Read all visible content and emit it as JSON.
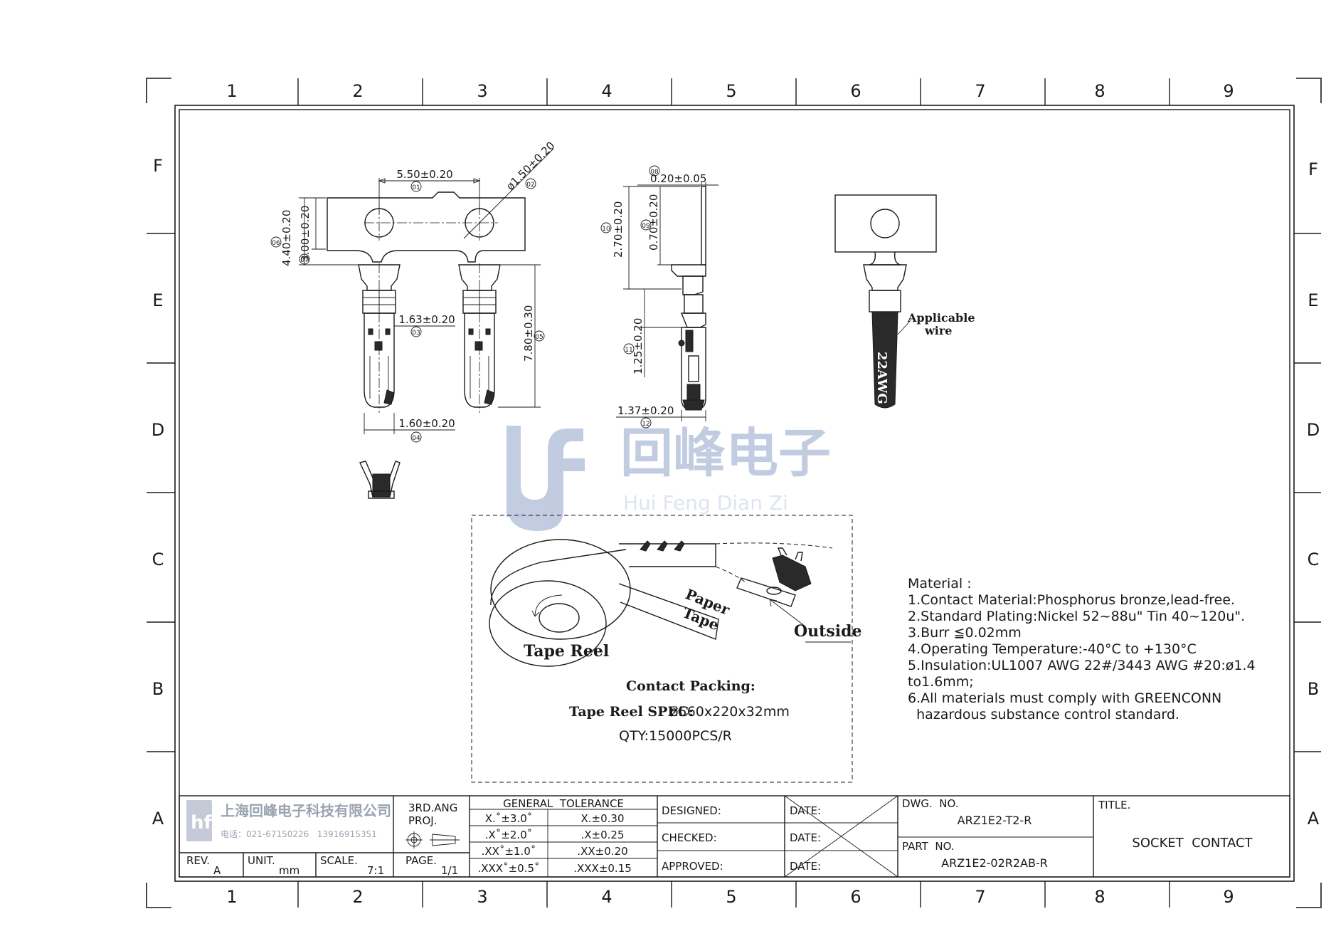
{
  "zones": {
    "columns": [
      "1",
      "2",
      "3",
      "4",
      "5",
      "6",
      "7",
      "8",
      "9"
    ],
    "rows": [
      "F",
      "E",
      "D",
      "C",
      "B",
      "A"
    ]
  },
  "watermark": {
    "logo_letters": "hf",
    "chinese": "回峰电子",
    "pinyin": "Hui Feng Dian Zi"
  },
  "front_view": {
    "dim_pitch": "5.50±0.20",
    "dim_pitch_id": "01",
    "dim_hole": "ø1.50±0.20",
    "dim_hole_id": "02",
    "dim_carrier_h": "4.40±0.20",
    "dim_carrier_h_id": "06",
    "dim_carrier_w": "3.00±0.20",
    "dim_carrier_w_id": "07",
    "dim_crimp": "1.63±0.20",
    "dim_crimp_id": "03",
    "dim_tip": "1.60±0.20",
    "dim_tip_id": "04",
    "dim_length": "7.80±0.30",
    "dim_length_id": "05"
  },
  "side_view": {
    "dim_thick": "0.20±0.05",
    "dim_thick_id": "08",
    "dim_a": "2.70±0.20",
    "dim_a_id": "10",
    "dim_b": "0.70±0.20",
    "dim_b_id": "09",
    "dim_c": "1.25±0.20",
    "dim_c_id": "11",
    "dim_d": "1.37±0.20",
    "dim_d_id": "12"
  },
  "wire_view": {
    "label_line1": "Applicable",
    "label_line2": "wire",
    "awg_marking": "22AWG"
  },
  "packing": {
    "paper_tape": "Paper",
    "paper_tape2": "Tape",
    "outside": "Outside",
    "tape_reel": "Tape Reel",
    "title": "Contact Packing:",
    "spec_label": "Tape Reel SPEC:",
    "spec_value": "ø560x220x32mm",
    "qty": "QTY:15000PCS/R"
  },
  "material": {
    "heading": "Material :",
    "lines": [
      "1.Contact Material:Phosphorus bronze,lead-free.",
      "2.Standard Plating:Nickel 52~88u\" Tin 40~120u\".",
      "3.Burr ≦0.02mm",
      "4.Operating Temperature:-40°C to +130°C",
      "5.Insulation:UL1007 AWG 22#/3443 AWG #20:ø1.4",
      "to1.6mm;",
      "6.All materials must comply with GREENCONN",
      "  hazardous substance control standard."
    ]
  },
  "title_block": {
    "company": "上海回峰电子科技有限公司",
    "phone": "电话：021-67150226   13916915351",
    "projection": "3RD.ANG",
    "projection2": "PROJ.",
    "rev_label": "REV.",
    "rev_value": "A",
    "unit_label": "UNIT.",
    "unit_value": "mm",
    "scale_label": "SCALE.",
    "scale_value": "7:1",
    "page_label": "PAGE.",
    "page_value": "1/1",
    "tolerance_title": "GENERAL  TOLERANCE",
    "tolerances": [
      [
        "X.˚±3.0˚",
        "X.±0.30"
      ],
      [
        ".X˚±2.0˚",
        ".X±0.25"
      ],
      [
        ".XX˚±1.0˚",
        ".XX±0.20"
      ],
      [
        ".XXX˚±0.5˚",
        ".XXX±0.15"
      ]
    ],
    "designed": "DESIGNED:",
    "checked": "CHECKED:",
    "approved": "APPROVED:",
    "date": "DATE:",
    "dwg_no_label": "DWG.  NO.",
    "dwg_no": "ARZ1E2-T2-R",
    "part_no_label": "PART  NO.",
    "part_no": "ARZ1E2-02R2AB-R",
    "title_label": "TITLE.",
    "title": "SOCKET  CONTACT"
  }
}
